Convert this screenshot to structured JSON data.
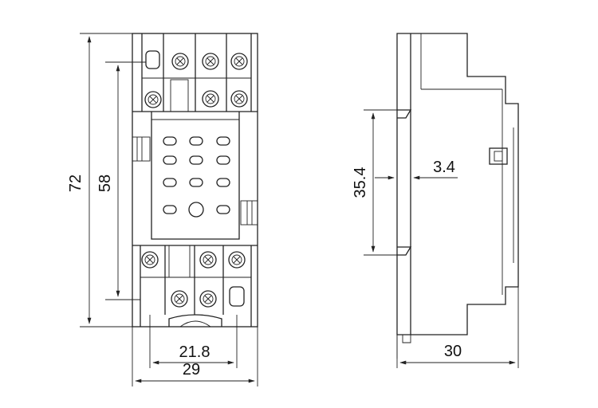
{
  "front_view": {
    "dimensions": {
      "overall_height": "72",
      "mounting_height": "58",
      "inner_width": "21.8",
      "overall_width": "29"
    }
  },
  "side_view": {
    "dimensions": {
      "rail_height": "35.4",
      "rail_thickness": "3.4",
      "depth": "30"
    }
  }
}
